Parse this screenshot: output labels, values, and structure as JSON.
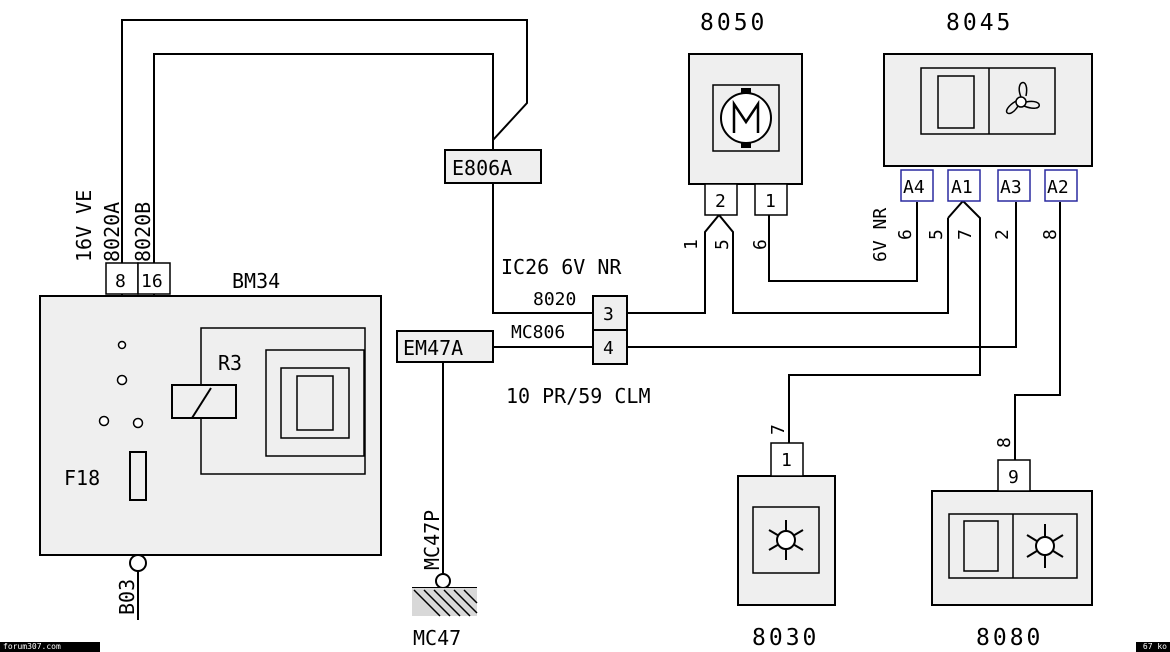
{
  "components": {
    "c8050": {
      "id": "8050",
      "pins": [
        "2",
        "1"
      ]
    },
    "c8045": {
      "id": "8045",
      "pins": [
        "A4",
        "A1",
        "A3",
        "A2"
      ]
    },
    "c8030": {
      "id": "8030",
      "pin": "1"
    },
    "c8080": {
      "id": "8080",
      "pin": "9"
    },
    "bm34": {
      "id": "BM34",
      "pins": [
        "8",
        "16"
      ],
      "relay": "R3",
      "fuse": "F18"
    },
    "mc47": {
      "id": "MC47",
      "wire": "MC47P"
    },
    "b03": {
      "id": "B03"
    }
  },
  "connectors": {
    "e806a": "E806A",
    "em47a": "EM47A",
    "ic26": {
      "label": "IC26 6V NR",
      "pin_top": "3",
      "pin_bottom": "4",
      "wire_top": "8020",
      "wire_bottom": "MC806",
      "note": "10 PR/59 CLM"
    }
  },
  "wire_labels": {
    "bm34_top": [
      "16V VE",
      "8020A",
      "8020B"
    ],
    "left_group": [
      "1",
      "5",
      "6"
    ],
    "right_group": [
      "6V NR",
      "6",
      "5",
      "7",
      "2",
      "8"
    ],
    "w7": "7",
    "w8": "8"
  },
  "footer": {
    "left": "forum307.com",
    "right": "67 ko"
  }
}
